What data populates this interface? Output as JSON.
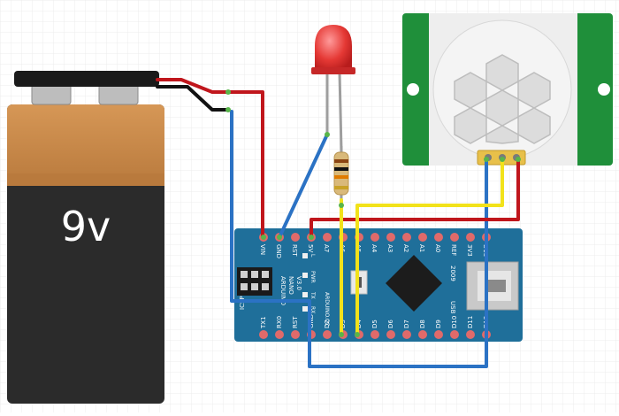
{
  "battery": {
    "label": "9v",
    "colors": {
      "top": "#c8894a",
      "body": "#2b2b2b",
      "cap": "#1a1a1a",
      "terminal": "#bfbfbf"
    }
  },
  "board": {
    "name_line1": "ARDUINO",
    "name_line2": "NANO",
    "name_line3": "V3.0",
    "icsp_label": "ICSP",
    "usb_label": "USB",
    "copyright": "ARDUINO.CC",
    "year": "2009",
    "color": "#1f6f9a",
    "chip_color": "#1c1c1c",
    "status_labels": [
      "L",
      "PWR",
      "TX",
      "RX"
    ],
    "top_pins": [
      "VIN",
      "GND",
      "RST",
      "5V",
      "A7",
      "A6",
      "A5",
      "A4",
      "A3",
      "A2",
      "A1",
      "A0",
      "REF",
      "3V3",
      "D13"
    ],
    "bottom_pins": [
      "TX1",
      "RX0",
      "RST",
      "GND",
      "D2",
      "D3",
      "D4",
      "D5",
      "D6",
      "D7",
      "D8",
      "D9",
      "D10",
      "D11",
      "D12"
    ]
  },
  "led": {
    "color": "#e53935"
  },
  "resistor": {
    "bands": [
      "#8b4513",
      "#111111",
      "#e07b00",
      "#c9a227"
    ]
  },
  "pir": {
    "board_color": "#1f8f3a",
    "dome_color": "#f2f2f2",
    "connector_color": "#e8c04a"
  },
  "wires": {
    "red": "#c0161c",
    "blue": "#2b72c4",
    "yellow": "#f2e21a",
    "black": "#111111",
    "grid": "#e6e6e6"
  }
}
